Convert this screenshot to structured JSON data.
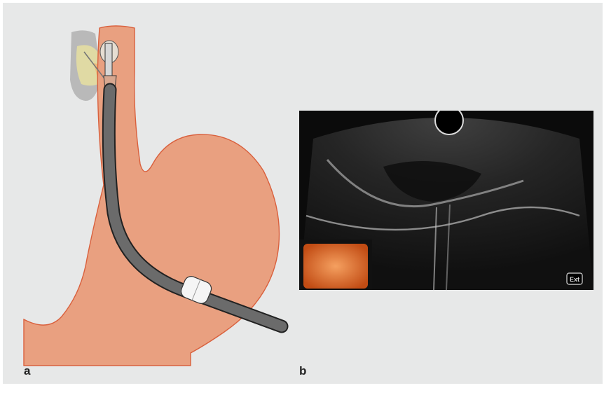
{
  "figure": {
    "panel_a_label": "a",
    "panel_b_label": "b",
    "overlay_badge": "Ext"
  },
  "colors": {
    "background": "#e7e8e8",
    "stomach": "#e9a080",
    "stomach_outline": "#d9603d",
    "endoscope": "#6b6b6b",
    "endoscope_outline": "#222222",
    "pancreas_cyst": "#e1d9a0",
    "pancreas_shadow": "#b8b8b8",
    "ultrasound_bg": "#0b0b0b"
  }
}
